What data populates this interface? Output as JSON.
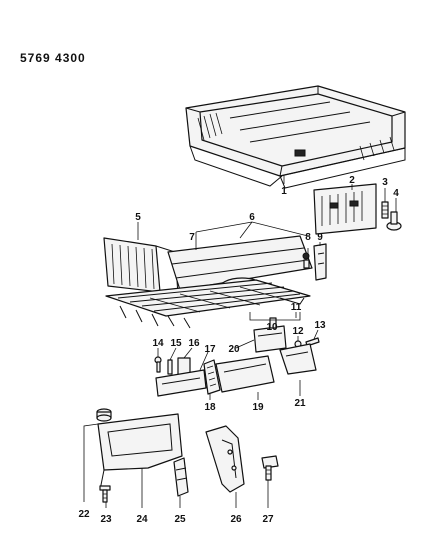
{
  "document": {
    "code": "5769  4300"
  },
  "labels": [
    {
      "id": "1",
      "text": "1"
    },
    {
      "id": "2",
      "text": "2"
    },
    {
      "id": "3",
      "text": "3"
    },
    {
      "id": "4",
      "text": "4"
    },
    {
      "id": "5",
      "text": "5"
    },
    {
      "id": "6",
      "text": "6"
    },
    {
      "id": "7",
      "text": "7"
    },
    {
      "id": "8",
      "text": "8"
    },
    {
      "id": "9",
      "text": "9"
    },
    {
      "id": "10",
      "text": "10"
    },
    {
      "id": "11",
      "text": "11"
    },
    {
      "id": "12",
      "text": "12"
    },
    {
      "id": "13",
      "text": "13"
    },
    {
      "id": "14",
      "text": "14"
    },
    {
      "id": "15",
      "text": "15"
    },
    {
      "id": "16",
      "text": "16"
    },
    {
      "id": "17",
      "text": "17"
    },
    {
      "id": "18",
      "text": "18"
    },
    {
      "id": "19",
      "text": "19"
    },
    {
      "id": "20",
      "text": "20"
    },
    {
      "id": "21",
      "text": "21"
    },
    {
      "id": "22",
      "text": "22"
    },
    {
      "id": "23",
      "text": "23"
    },
    {
      "id": "24",
      "text": "24"
    },
    {
      "id": "25",
      "text": "25"
    },
    {
      "id": "26",
      "text": "26"
    },
    {
      "id": "27",
      "text": "27"
    }
  ]
}
